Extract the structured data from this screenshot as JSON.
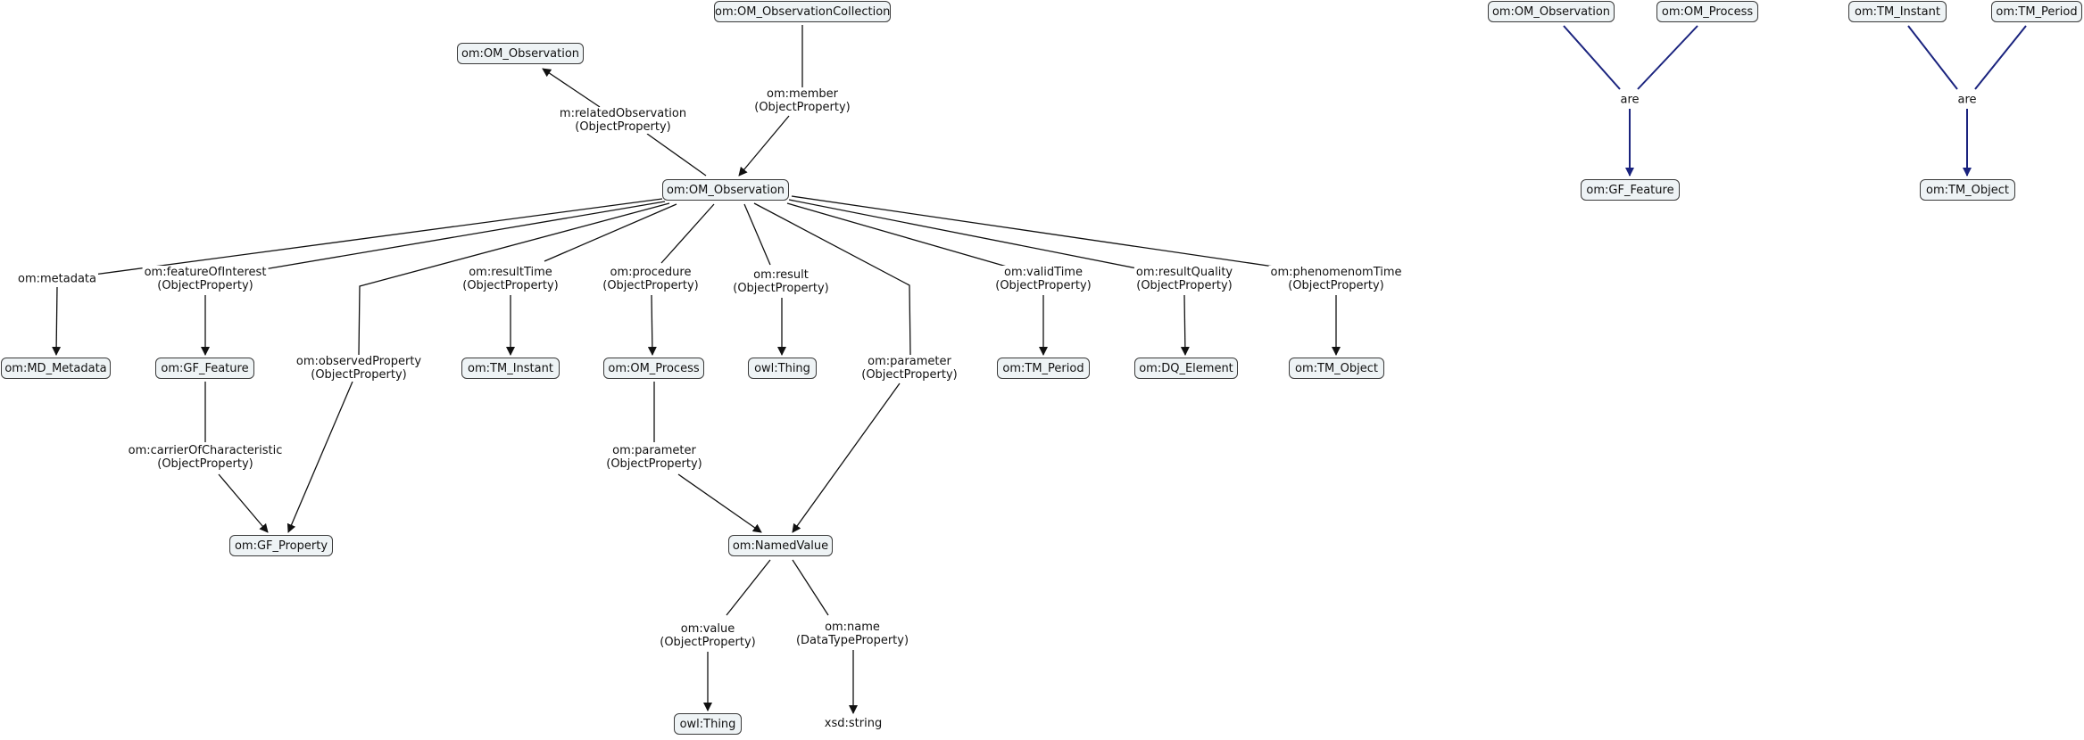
{
  "nodes": {
    "om_observation_collection": "om:OM_ObservationCollection",
    "om_observation_related": "om:OM_Observation",
    "om_observation_main": "om:OM_Observation",
    "md_metadata": "om:MD_Metadata",
    "gf_feature": "om:GF_Feature",
    "tm_instant": "om:TM_Instant",
    "om_process": "om:OM_Process",
    "owl_thing_result": "owl:Thing",
    "tm_period": "om:TM_Period",
    "dq_element": "om:DQ_Element",
    "tm_object": "om:TM_Object",
    "gf_property": "om:GF_Property",
    "named_value": "om:NamedValue",
    "owl_thing_value": "owl:Thing",
    "xsd_string": "xsd:string",
    "legend_om_observation": "om:OM_Observation",
    "legend_om_process": "om:OM_Process",
    "legend_gf_feature": "om:GF_Feature",
    "legend_tm_instant": "om:TM_Instant",
    "legend_tm_period": "om:TM_Period",
    "legend_tm_object": "om:TM_Object"
  },
  "edges": {
    "member": {
      "name": "om:member",
      "kind": "(ObjectProperty)"
    },
    "related_observation": {
      "name": "m:relatedObservation",
      "kind": "(ObjectProperty)"
    },
    "metadata": {
      "name": "om:metadata"
    },
    "feature_of_interest": {
      "name": "om:featureOfInterest",
      "kind": "(ObjectProperty)"
    },
    "observed_property": {
      "name": "om:observedProperty",
      "kind": "(ObjectProperty)"
    },
    "result_time": {
      "name": "om:resultTime",
      "kind": "(ObjectProperty)"
    },
    "procedure": {
      "name": "om:procedure",
      "kind": "(ObjectProperty)"
    },
    "result": {
      "name": "om:result",
      "kind": "(ObjectProperty)"
    },
    "parameter_obs": {
      "name": "om:parameter",
      "kind": "(ObjectProperty)"
    },
    "valid_time": {
      "name": "om:validTime",
      "kind": "(ObjectProperty)"
    },
    "result_quality": {
      "name": "om:resultQuality",
      "kind": "(ObjectProperty)"
    },
    "phenomenon_time": {
      "name": "om:phenomenomTime",
      "kind": "(ObjectProperty)"
    },
    "carrier_of_characteristic": {
      "name": "om:carrierOfCharacteristic",
      "kind": "(ObjectProperty)"
    },
    "parameter_proc": {
      "name": "om:parameter",
      "kind": "(ObjectProperty)"
    },
    "value": {
      "name": "om:value",
      "kind": "(ObjectProperty)"
    },
    "name": {
      "name": "om:name",
      "kind": "(DataTypeProperty)"
    },
    "are_feature": {
      "name": "are"
    },
    "are_object": {
      "name": "are"
    }
  },
  "colors": {
    "node_fill": "#eef3f5",
    "node_border": "#3a3a3a",
    "edge": "#111111",
    "legend_edge": "#1a237e"
  }
}
